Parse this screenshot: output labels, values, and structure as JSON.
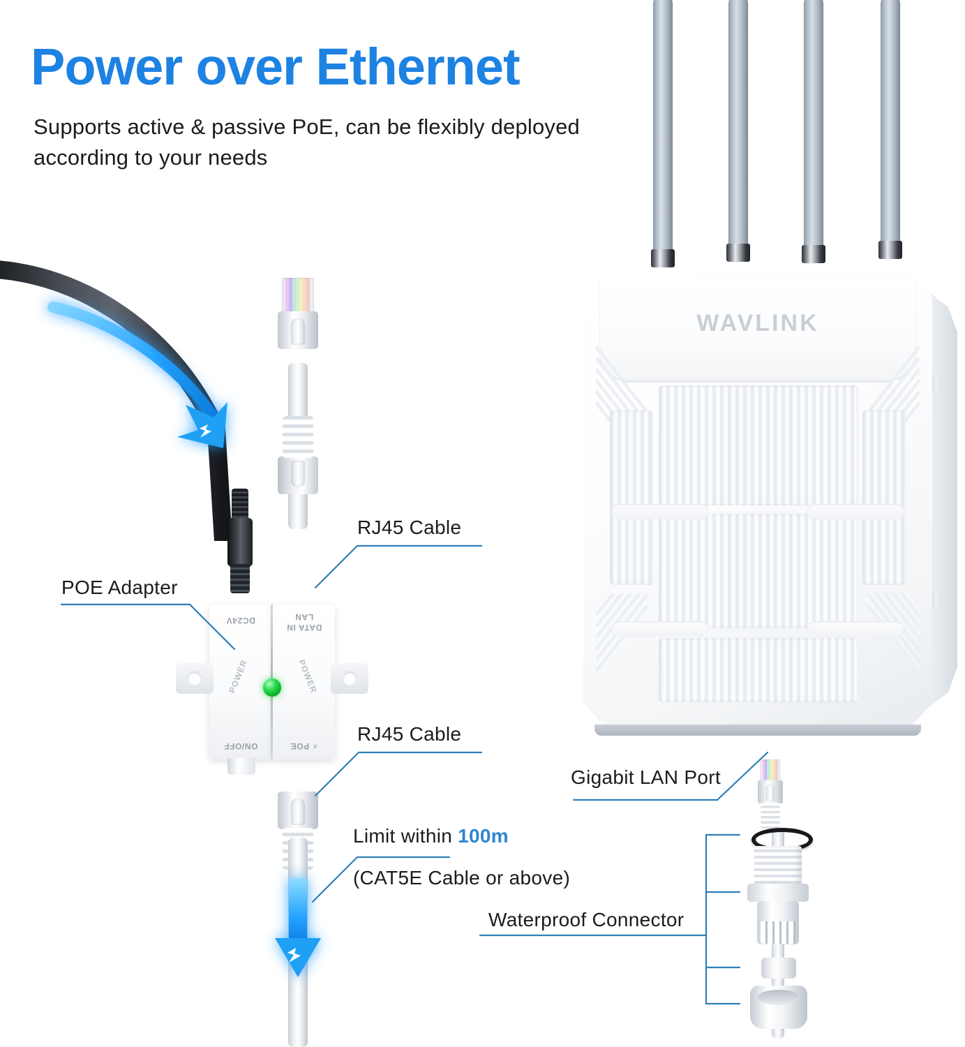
{
  "header": {
    "title": "Power over Ethernet",
    "subtitle": "Supports active & passive PoE, can be flexibly deployed according to your needs",
    "title_color": "#1d82e2"
  },
  "colors": {
    "accent_blue": "#1d82e2",
    "leader_line": "#2f7fb8",
    "label_text": "#1b1b1b",
    "device_body": "#ffffff",
    "brand_text": "#c9ced6",
    "led_green": "#27d94a",
    "antenna_gray": "#aeb8c4",
    "glow_blue": "#29a8ff"
  },
  "callouts": [
    {
      "id": "poe-adapter",
      "label": "POE Adapter"
    },
    {
      "id": "rj45-cable-top",
      "label": "RJ45 Cable"
    },
    {
      "id": "rj45-cable-bottom",
      "label": "RJ45 Cable"
    },
    {
      "id": "gigabit-lan-port",
      "label": "Gigabit LAN Port"
    },
    {
      "id": "waterproof-connector",
      "label": "Waterproof Connector"
    }
  ],
  "limit_note": {
    "prefix": "Limit within ",
    "value": "100m",
    "sub": "(CAT5E Cable or above)"
  },
  "device": {
    "brand": "WAVLINK",
    "antenna_count": 4
  },
  "poe_adapter": {
    "port_power": "DC24V",
    "port_lan_line1": "LAN",
    "port_lan_line2": "DATA IN",
    "switch_label": "ON/OFF",
    "poe_label": "⚡ POE",
    "led_label_left": "POWER",
    "led_label_right": "POWER"
  },
  "icons": {
    "power_flow_arrow": "lightning-arrow-icon",
    "data_flow_arrow": "lightning-arrow-down-icon",
    "led_indicator": "led-indicator-icon"
  }
}
